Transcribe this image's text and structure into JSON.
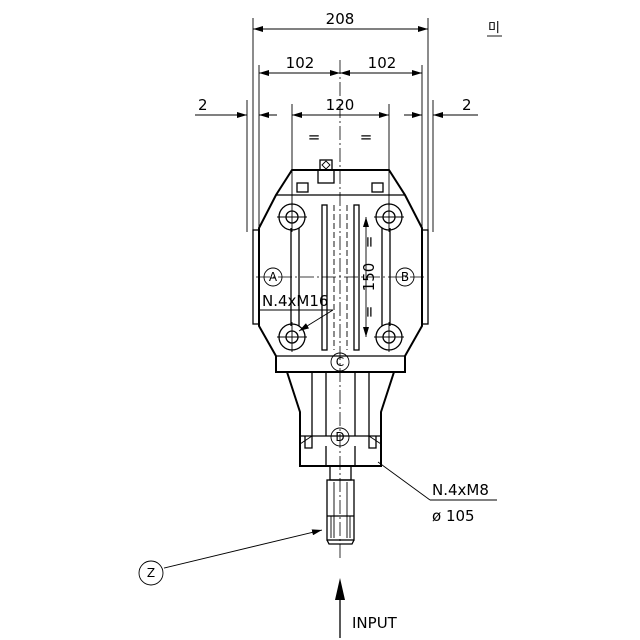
{
  "sheet": {
    "mark": "미"
  },
  "dimensions": {
    "overall_width": "208",
    "half_width_left": "102",
    "half_width_right": "102",
    "offset_left": "2",
    "offset_right": "2",
    "bolt_spacing_horizontal": "120",
    "equal_left": "=",
    "equal_right": "=",
    "bolt_spacing_vertical": "150",
    "equal_top": "=",
    "equal_bottom": "="
  },
  "callouts": {
    "mounting_holes": "N.4xM16",
    "flange_holes": "N.4xM8",
    "flange_diameter": "ø 105",
    "input_shaft_label": "Z",
    "input_direction": "INPUT"
  },
  "points": {
    "a": "A",
    "b": "B",
    "c": "C",
    "d": "D"
  }
}
